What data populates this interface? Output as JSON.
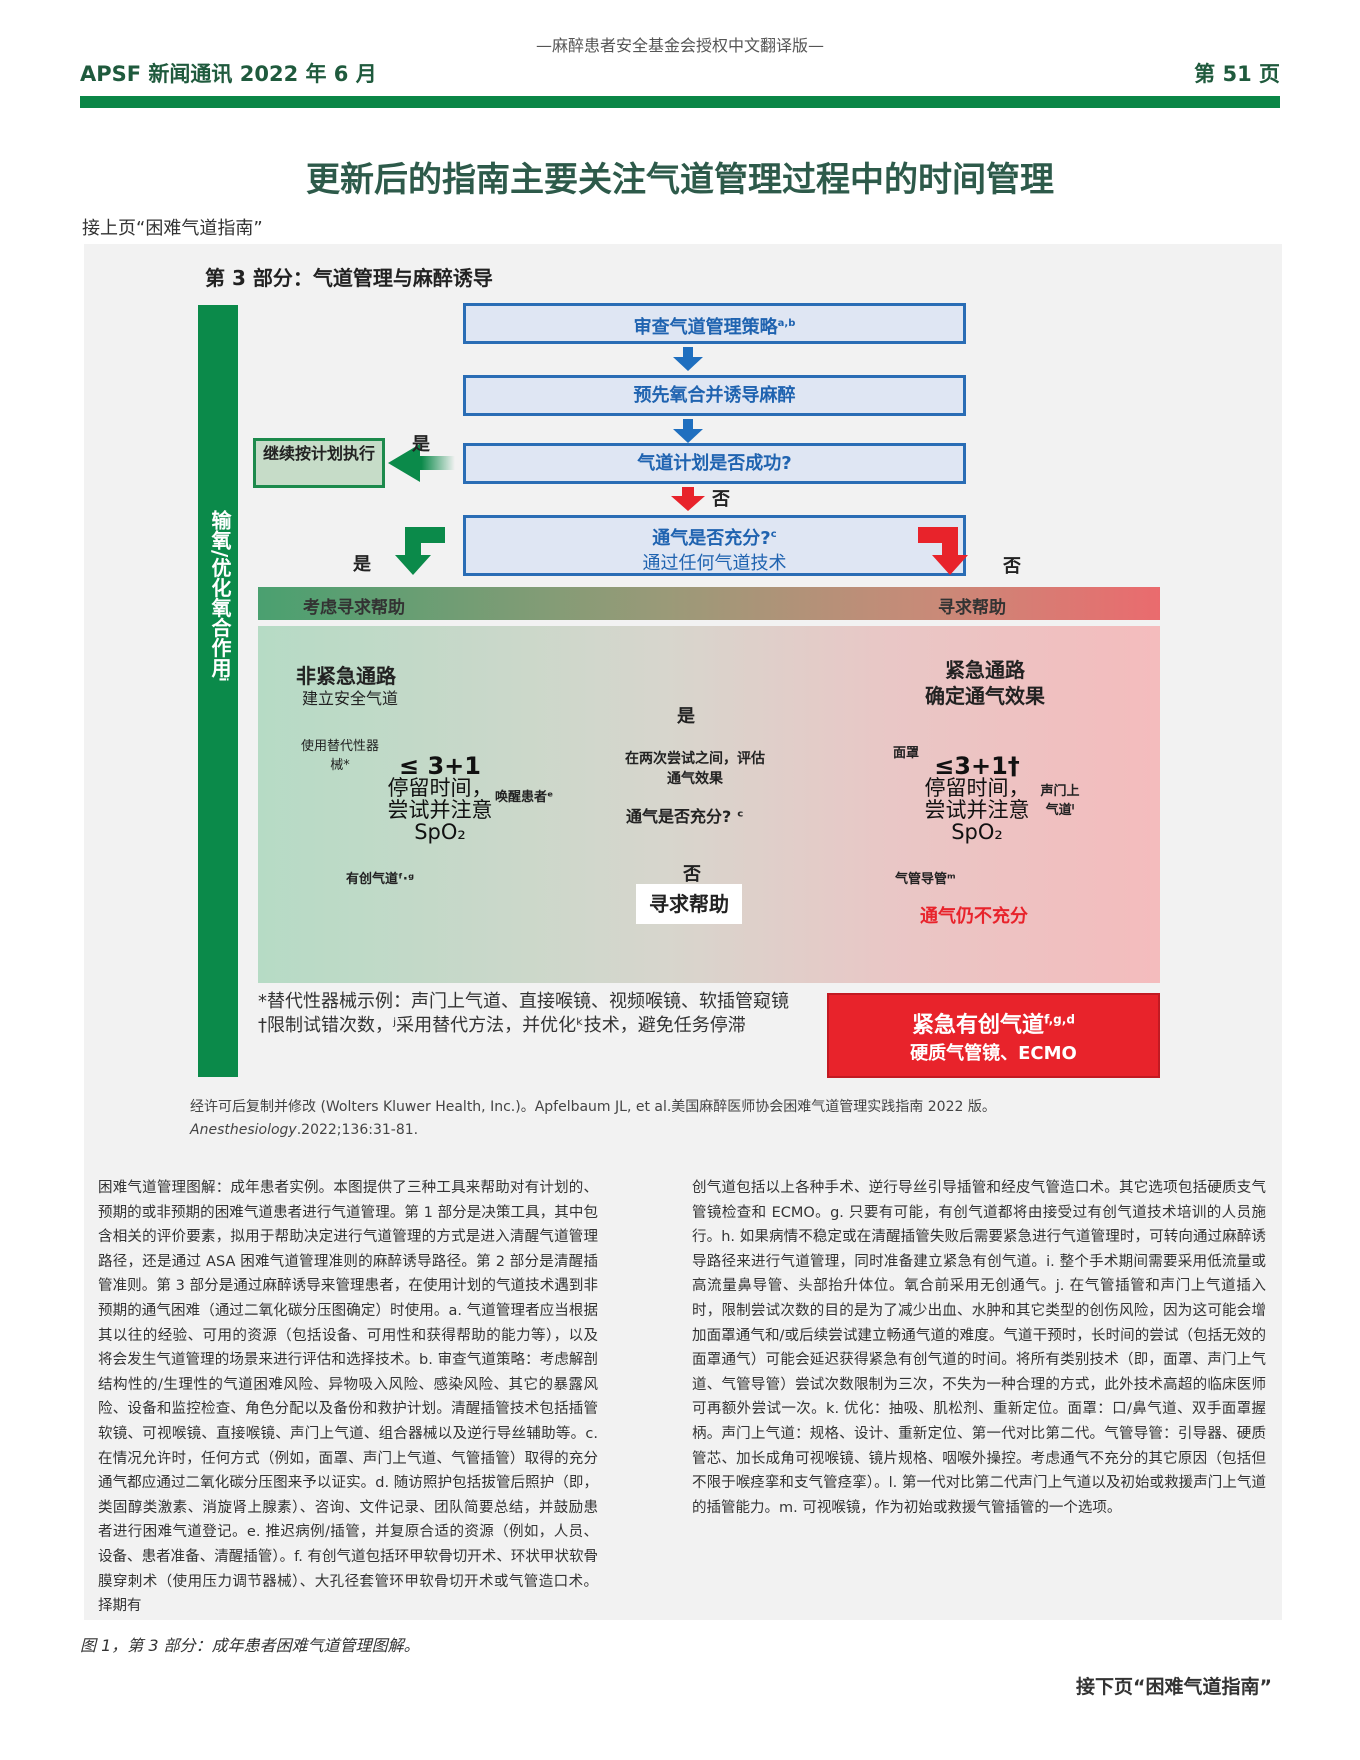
{
  "header": {
    "supertitle": "—麻醉患者安全基金会授权中文翻译版—",
    "newsletter": "APSF 新闻通讯 2022 年 6 月",
    "page": "第 51 页"
  },
  "title": "更新后的指南主要关注气道管理过程中的时间管理",
  "continued_from": "接上页“困难气道指南”",
  "figure": {
    "section_title": "第 3 部分：气道管理与麻醉诱导",
    "side_bar": "输氧/优化氧合作用ⁱ",
    "boxes": [
      "审查气道管理策略",
      "预先氧合并诱导麻醉",
      "气道计划是否成功?"
    ],
    "box1_sup": "a,b",
    "box4_title": "通气是否充分?",
    "box4_sup": "c",
    "box4_sub": "通过任何气道技术",
    "continue_box": "继续按计划执行",
    "yes": "是",
    "no": "否",
    "gradient_left": "考虑寻求帮助",
    "gradient_right": "寻求帮助",
    "nonemergency": {
      "title": "非紧急通路",
      "subtitle": "建立安全气道",
      "count": "≤ 3+1",
      "center1": "停留时间，",
      "center2": "尝试并注意",
      "spo2": "SpO₂",
      "alt": "使用替代性器械*",
      "wake": "唤醒患者ᵉ",
      "invasive": "有创气道ᶠ·ᵍ"
    },
    "middle": {
      "yes": "是",
      "assess": "在两次尝试之间，评估通气效果",
      "question": "通气是否充分? ᶜ",
      "no": "否",
      "seek": "寻求帮助"
    },
    "emergency": {
      "title": "紧急通路",
      "subtitle": "确定通气效果",
      "count": "≤3+1†",
      "center1": "停留时间，",
      "center2": "尝试并注意",
      "spo2": "SpO₂",
      "mask": "面罩",
      "sga": "声门上气道ˡ",
      "ett": "气管导管ᵐ",
      "still": "通气仍不充分"
    },
    "emergency_box": {
      "title": "紧急有创气道",
      "sup": "f,g,d",
      "sub": "硬质气管镜、ECMO"
    },
    "footnotes": [
      "*替代性器械示例：声门上气道、直接喉镜、视频喉镜、软插管窥镜",
      "†限制试错次数，ʲ采用替代方法，并优化ᵏ技术，避免任务停滞"
    ],
    "citation": "经许可后复制并修改 (Wolters Kluwer Health, Inc.)。Apfelbaum JL, et al.美国麻醉医师协会困难气道管理实践指南 2022 版。",
    "citation2_journal": "Anesthesiology",
    "citation2_rest": ".2022;136:31-81."
  },
  "body": {
    "left": "困难气道管理图解：成年患者实例。本图提供了三种工具来帮助对有计划的、预期的或非预期的困难气道患者进行气道管理。第 1 部分是决策工具，其中包含相关的评价要素，拟用于帮助决定进行气道管理的方式是进入清醒气道管理路径，还是通过 ASA 困难气道管理准则的麻醉诱导路径。第 2 部分是清醒插管准则。第 3 部分是通过麻醉诱导来管理患者，在使用计划的气道技术遇到非预期的通气困难（通过二氧化碳分压图确定）时使用。a. 气道管理者应当根据其以往的经验、可用的资源（包括设备、可用性和获得帮助的能力等），以及将会发生气道管理的场景来进行评估和选择技术。b. 审查气道策略：考虑解剖结构性的/生理性的气道困难风险、异物吸入风险、感染风险、其它的暴露风险、设备和监控检查、角色分配以及备份和救护计划。清醒插管技术包括插管软镜、可视喉镜、直接喉镜、声门上气道、组合器械以及逆行导丝辅助等。c.在情况允许时，任何方式（例如，面罩、声门上气道、气管插管）取得的充分通气都应通过二氧化碳分压图来予以证实。d. 随访照护包括拔管后照护（即，类固醇类激素、消旋肾上腺素）、咨询、文件记录、团队简要总结，并鼓励患者进行困难气道登记。e. 推迟病例/插管，并复原合适的资源（例如，人员、设备、患者准备、清醒插管）。f. 有创气道包括环甲软骨切开术、环状甲状软骨膜穿刺术（使用压力调节器械）、大孔径套管环甲软骨切开术或气管造口术。择期有",
    "right": "创气道包括以上各种手术、逆行导丝引导插管和经皮气管造口术。其它选项包括硬质支气管镜检查和 ECMO。g. 只要有可能，有创气道都将由接受过有创气道技术培训的人员施行。h. 如果病情不稳定或在清醒插管失败后需要紧急进行气道管理时，可转向通过麻醉诱导路径来进行气道管理，同时准备建立紧急有创气道。i. 整个手术期间需要采用低流量或高流量鼻导管、头部抬升体位。氧合前采用无创通气。j. 在气管插管和声门上气道插入时，限制尝试次数的目的是为了减少出血、水肿和其它类型的创伤风险，因为这可能会增加面罩通气和/或后续尝试建立畅通气道的难度。气道干预时，长时间的尝试（包括无效的面罩通气）可能会延迟获得紧急有创气道的时间。将所有类别技术（即，面罩、声门上气道、气管导管）尝试次数限制为三次，不失为一种合理的方式，此外技术高超的临床医师可再额外尝试一次。k. 优化：抽吸、肌松剂、重新定位。面罩：口/鼻气道、双手面罩握柄。声门上气道：规格、设计、重新定位、第一代对比第二代。气管导管：引导器、硬质管芯、加长成角可视喉镜、镜片规格、咽喉外操控。考虑通气不充分的其它原因（包括但不限于喉痉挛和支气管痉挛）。l. 第一代对比第二代声门上气道以及初始或救援声门上气道的插管能力。m. 可视喉镜，作为初始或救援气管插管的一个选项。"
  },
  "caption": "图 1，第 3 部分：成年患者困难气道管理图解。",
  "continued_to": "接下页“困难气道指南”",
  "colors": {
    "green": "#0b8a4a",
    "blue": "#2a6db5",
    "red": "#e8232b",
    "panel": "#f2f2f2"
  }
}
